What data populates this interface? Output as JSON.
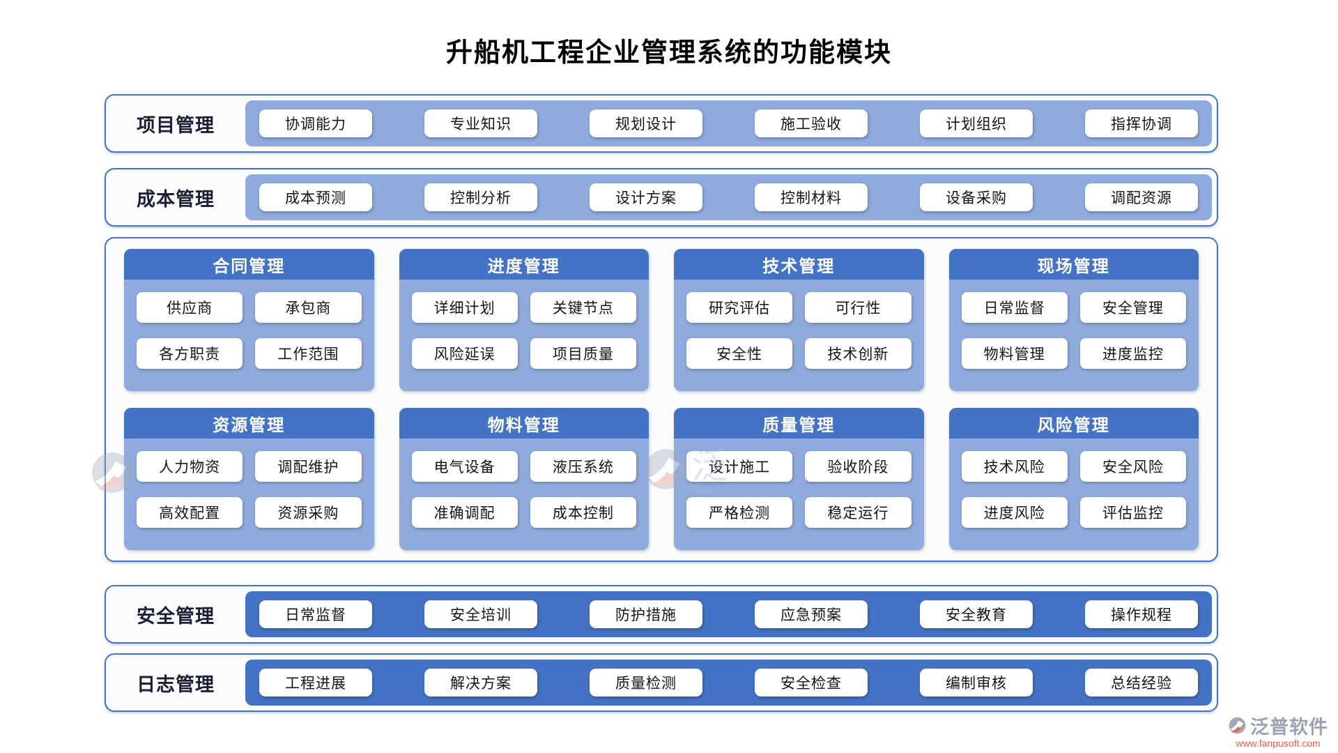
{
  "title": "升船机工程企业管理系统的功能模块",
  "colors": {
    "primary_blue": "#4472C4",
    "light_blue": "#8FAADC",
    "panel_bg": "#FBFCFE",
    "pill_bg": "#FFFFFF",
    "url_red": "#E0614F",
    "brand_grey": "#9AA3B4"
  },
  "rows_top": [
    {
      "label": "项目管理",
      "items": [
        "协调能力",
        "专业知识",
        "规划设计",
        "施工验收",
        "计划组织",
        "指挥协调"
      ]
    },
    {
      "label": "成本管理",
      "items": [
        "成本预测",
        "控制分析",
        "设计方案",
        "控制材料",
        "设备采购",
        "调配资源"
      ]
    }
  ],
  "card_grid": [
    {
      "title": "合同管理",
      "items": [
        "供应商",
        "承包商",
        "各方职责",
        "工作范围"
      ]
    },
    {
      "title": "进度管理",
      "items": [
        "详细计划",
        "关键节点",
        "风险延误",
        "项目质量"
      ]
    },
    {
      "title": "技术管理",
      "items": [
        "研究评估",
        "可行性",
        "安全性",
        "技术创新"
      ]
    },
    {
      "title": "现场管理",
      "items": [
        "日常监督",
        "安全管理",
        "物料管理",
        "进度监控"
      ]
    },
    {
      "title": "资源管理",
      "items": [
        "人力物资",
        "调配维护",
        "高效配置",
        "资源采购"
      ]
    },
    {
      "title": "物料管理",
      "items": [
        "电气设备",
        "液压系统",
        "准确调配",
        "成本控制"
      ]
    },
    {
      "title": "质量管理",
      "items": [
        "设计施工",
        "验收阶段",
        "严格检测",
        "稳定运行"
      ]
    },
    {
      "title": "风险管理",
      "items": [
        "技术风险",
        "安全风险",
        "进度风险",
        "评估监控"
      ]
    }
  ],
  "rows_bottom": [
    {
      "label": "安全管理",
      "items": [
        "日常监督",
        "安全培训",
        "防护措施",
        "应急预案",
        "安全教育",
        "操作规程"
      ]
    },
    {
      "label": "日志管理",
      "items": [
        "工程进展",
        "解决方案",
        "质量检测",
        "安全检查",
        "编制审核",
        "总结经验"
      ]
    }
  ],
  "watermark": {
    "glyph_char": "泛",
    "caption": "FAN"
  },
  "footer": {
    "brand": "泛普软件",
    "url": "www.fanpusoft.com"
  }
}
